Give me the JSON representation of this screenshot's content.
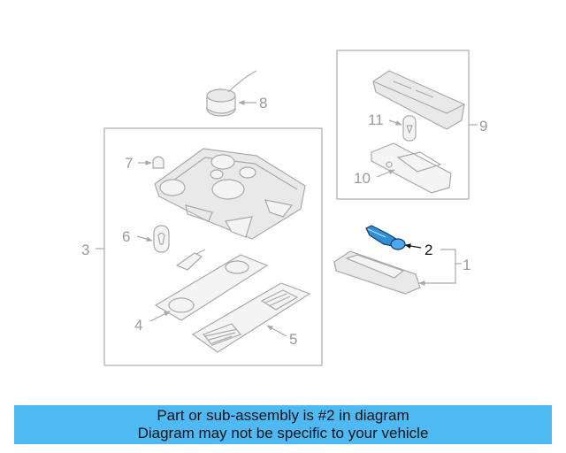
{
  "callouts": {
    "c1": "1",
    "c2": "2",
    "c3": "3",
    "c4": "4",
    "c5": "5",
    "c6": "6",
    "c7": "7",
    "c8": "8",
    "c9": "9",
    "c10": "10",
    "c11": "11"
  },
  "highlight_part": "2",
  "colors": {
    "highlight_blue": "#2f8fd8",
    "banner_bg": "#4fb9f4",
    "line_gray": "#a9a9a9"
  },
  "banner": {
    "line1": "Part or sub-assembly is #2 in diagram",
    "line2": "Diagram may not be specific to your vehicle"
  }
}
